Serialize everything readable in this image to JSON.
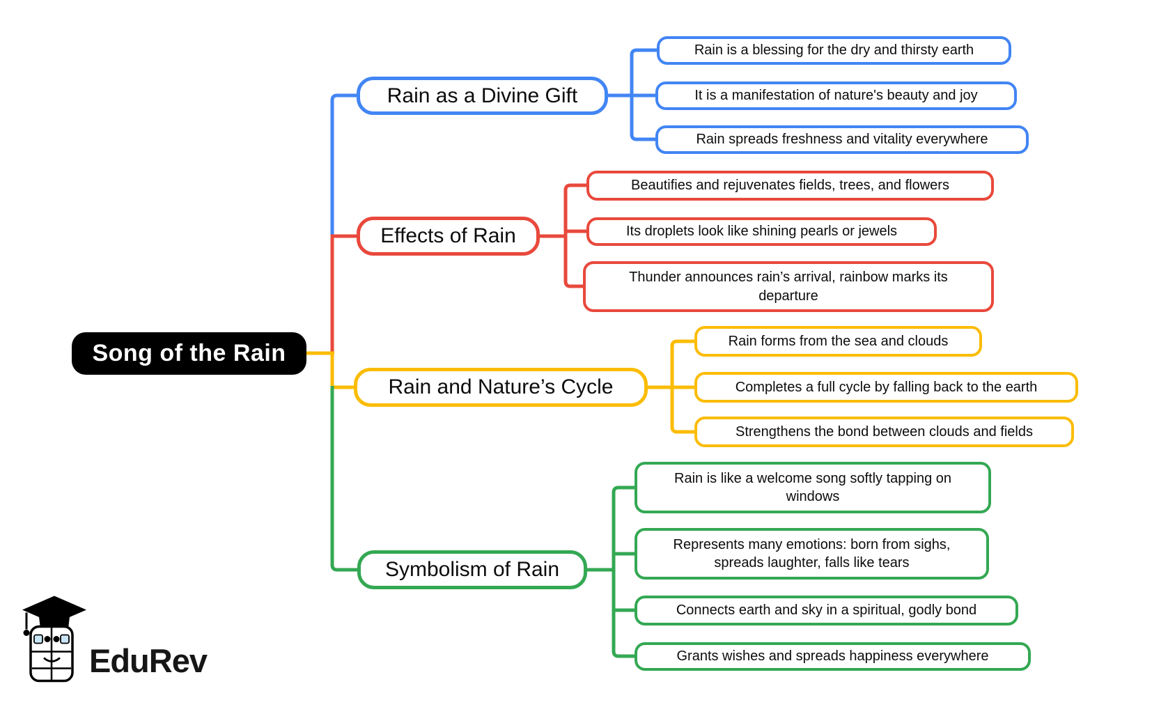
{
  "root": {
    "label": "Song of the Rain",
    "bg": "#000000",
    "text_color": "#ffffff"
  },
  "branches": [
    {
      "label": "Rain as a Divine Gift",
      "color": "#4285F4",
      "children": [
        "Rain is a blessing for the dry and thirsty earth",
        "It is a manifestation of nature's beauty and joy",
        "Rain spreads freshness and vitality everywhere"
      ]
    },
    {
      "label": "Effects of Rain",
      "color": "#E8493C",
      "children": [
        "Beautifies and rejuvenates fields, trees, and flowers",
        "Its droplets look like shining pearls or jewels",
        "Thunder announces rain’s arrival, rainbow marks its\ndeparture"
      ]
    },
    {
      "label": "Rain and Nature’s Cycle",
      "color": "#FBBC05",
      "children": [
        "Rain forms from the sea and clouds",
        "Completes a full cycle by falling back to the earth",
        "Strengthens the bond between clouds and fields"
      ]
    },
    {
      "label": "Symbolism of Rain",
      "color": "#34A853",
      "children": [
        "Rain is like a welcome song softly tapping on\nwindows",
        "Represents many emotions: born from sighs,\nspreads laughter, falls like tears",
        "Connects earth and sky in a spiritual, godly bond",
        "Grants wishes and spreads happiness everywhere"
      ]
    }
  ],
  "logo": {
    "brand": "EduRev"
  }
}
